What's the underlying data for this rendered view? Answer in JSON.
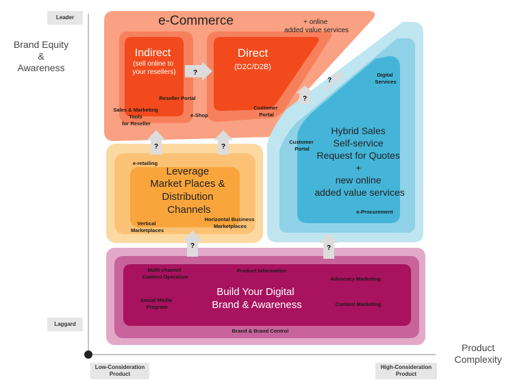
{
  "axes": {
    "y_title": [
      "Brand Equity",
      "&",
      "Awareness"
    ],
    "x_title": [
      "Product",
      "Complexity"
    ],
    "y_top": "Leader",
    "y_bottom": "Laggard",
    "x_left": [
      "Low-Consideration",
      "Product"
    ],
    "x_right": [
      "High-Consideration",
      "Product"
    ]
  },
  "ecommerce": {
    "title": "e-Commerce",
    "note": [
      "+ online",
      "added value services"
    ],
    "indirect": {
      "title": "Indirect",
      "subtitle": [
        "(sell online to",
        "your resellers)"
      ]
    },
    "direct": {
      "title": "Direct",
      "subtitle": "(D2C/D2B)"
    },
    "labels": {
      "reseller_portal": "Reseller Portal",
      "sales_tools": [
        "Sales & Marketing",
        "Tools",
        "for Reseller"
      ],
      "eshop": "e-Shop",
      "customer_portal": [
        "Customer",
        "Portal"
      ]
    }
  },
  "marketplaces": {
    "title": [
      "Leverage",
      "Market Places &",
      "Distribution",
      "Channels"
    ],
    "labels": {
      "e_retailing": "e-retailing",
      "vertical": [
        "Vertical",
        "Marketplaces"
      ],
      "horizontal": [
        "Horizontal Business",
        "Marketplaces"
      ]
    }
  },
  "hybrid": {
    "title": [
      "Hybrid Sales",
      "Self-service",
      "Request for Quotes",
      "+",
      "new online",
      "added value services"
    ],
    "labels": {
      "digital_services": [
        "Digital",
        "Services"
      ],
      "customer_portal": [
        "Customer",
        "Portal"
      ],
      "e_procurement": "e-Procurement"
    }
  },
  "brand": {
    "title": [
      "Build Your Digital",
      "Brand & Awareness"
    ],
    "labels": {
      "multichannel": [
        "Multi-channel",
        "Content Operation"
      ],
      "product_info": "Product Information",
      "advocacy": "Advocacy Marketing",
      "social": [
        "Social Media",
        "Program"
      ],
      "content": "Content Marketing",
      "brand_control": "Brand & Brand Control"
    }
  },
  "question_mark": "?",
  "colors": {
    "ecom_outer": "#f9a182",
    "ecom_mid": "#f7805c",
    "ecom_inner": "#f24a1c",
    "mkt_outer": "#fcd9a1",
    "mkt_mid": "#fbc276",
    "mkt_inner": "#f9a53c",
    "hyb_outer": "#bfe5f1",
    "hyb_mid": "#8fd1e6",
    "hyb_inner": "#44b5d8",
    "brand_outer": "#e3a9c9",
    "brand_mid": "#c8639b",
    "brand_inner": "#a8125f",
    "arrow": "#dcdcdc"
  }
}
